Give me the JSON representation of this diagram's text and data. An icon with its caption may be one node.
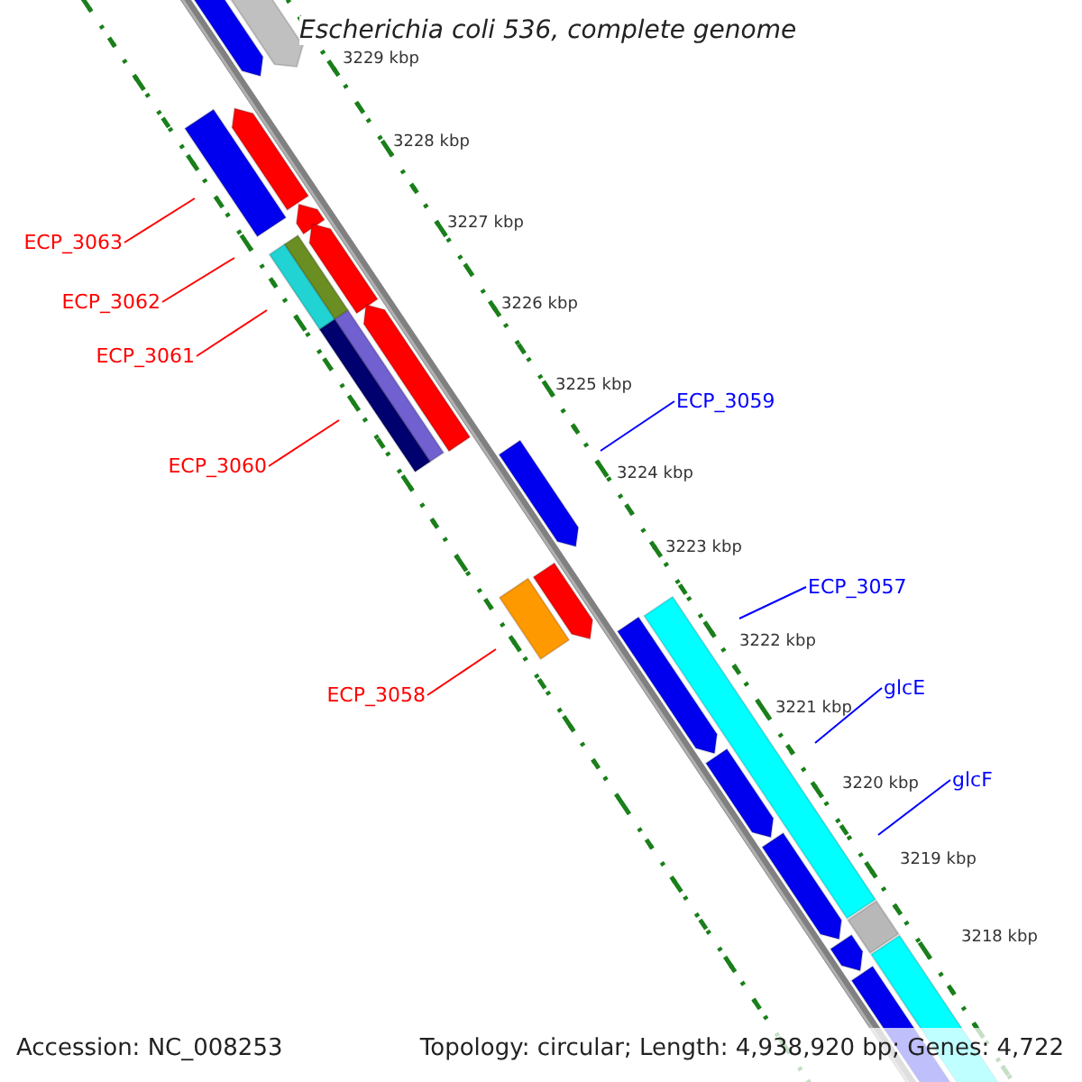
{
  "diagram": {
    "title": "Escherichia coli 536, complete genome",
    "nodes": [
      {
        "text": [
          "ECP_3063"
        ]
      },
      {
        "text": [
          "ECP_3062"
        ]
      },
      {
        "text": [
          "ECP_3061"
        ]
      },
      {
        "text": [
          "ECP_3059"
        ]
      },
      {
        "text": [
          "ECP_3060"
        ]
      },
      {
        "text": [
          "ECP_3057"
        ]
      },
      {
        "text": [
          "glcE"
        ]
      },
      {
        "text": [
          "ECP_3058"
        ]
      },
      {
        "text": [
          "glcF"
        ]
      }
    ],
    "edges": [
      {
        "from": 0,
        "to": null,
        "arrow": "none"
      },
      {
        "from": 1,
        "to": null,
        "arrow": "none"
      },
      {
        "from": 2,
        "to": null,
        "arrow": "none"
      },
      {
        "from": 3,
        "to": null,
        "arrow": "none",
        "color": "#0000ff"
      },
      {
        "from": 4,
        "to": null,
        "arrow": "none"
      },
      {
        "from": 5,
        "to": null,
        "arrow": "none",
        "color": "#0000ff"
      },
      {
        "from": 6,
        "to": null,
        "arrow": "none",
        "color": "#0000ff"
      },
      {
        "from": 7,
        "to": null,
        "arrow": "none"
      },
      {
        "from": 8,
        "to": null,
        "arrow": "none",
        "color": "#0000ff"
      }
    ],
    "labels": [
      "3229 kbp",
      "3228 kbp",
      "3227 kbp",
      "3226 kbp",
      "3225 kbp",
      "3224 kbp",
      "3223 kbp",
      "3222 kbp",
      "3221 kbp",
      "3220 kbp",
      "3219 kbp",
      "3218 kbp",
      "Accession: NC_008253",
      "Topology: circular; Length: 4,938,920 bp; Genes: 4,722"
    ]
  }
}
